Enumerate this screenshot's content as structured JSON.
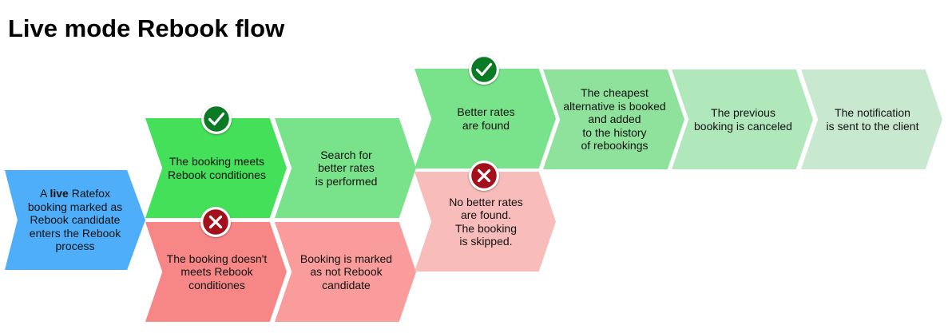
{
  "title": "Live mode Rebook flow",
  "colors": {
    "start": "#4eaefa",
    "success_strong": "#44e05a",
    "success": "#78e38a",
    "success_light": "#8ee29c",
    "success_lighter": "#b0e8bc",
    "success_lightest": "#c8e8cf",
    "fail_strong": "#f78787",
    "fail": "#fb9c9c",
    "fail_light": "#f8bcbb",
    "check_badge": "#0b7a24",
    "cross_badge": "#a3101c"
  },
  "steps": {
    "start": {
      "label_before": "A ",
      "label_bold": "live",
      "label_after": " Ratefox\nbooking marked as\nRebook candidate\nenters the Rebook\nprocess"
    },
    "meets_conditions": {
      "label": "The booking meets\nRebook conditiones",
      "status_icon": "check-icon"
    },
    "not_meets_conditions": {
      "label": "The booking doesn't\nmeets Rebook\nconditiones",
      "status_icon": "cross-icon"
    },
    "search_rates": {
      "label": "Search for\nbetter rates\nis performed"
    },
    "marked_not_candidate": {
      "label": "Booking is marked\nas not Rebook\ncandidate"
    },
    "better_rates_found": {
      "label": "Better rates\nare found",
      "status_icon": "check-icon"
    },
    "no_better_rates": {
      "label": "No better rates\nare found.\nThe booking\nis skipped.",
      "status_icon": "cross-icon"
    },
    "cheapest_booked": {
      "label": "The cheapest\nalternative is booked\nand added\nto the history\nof rebookings"
    },
    "previous_canceled": {
      "label": "The previous\nbooking is canceled"
    },
    "notification_sent": {
      "label": "The notification\nis sent to the client"
    }
  }
}
